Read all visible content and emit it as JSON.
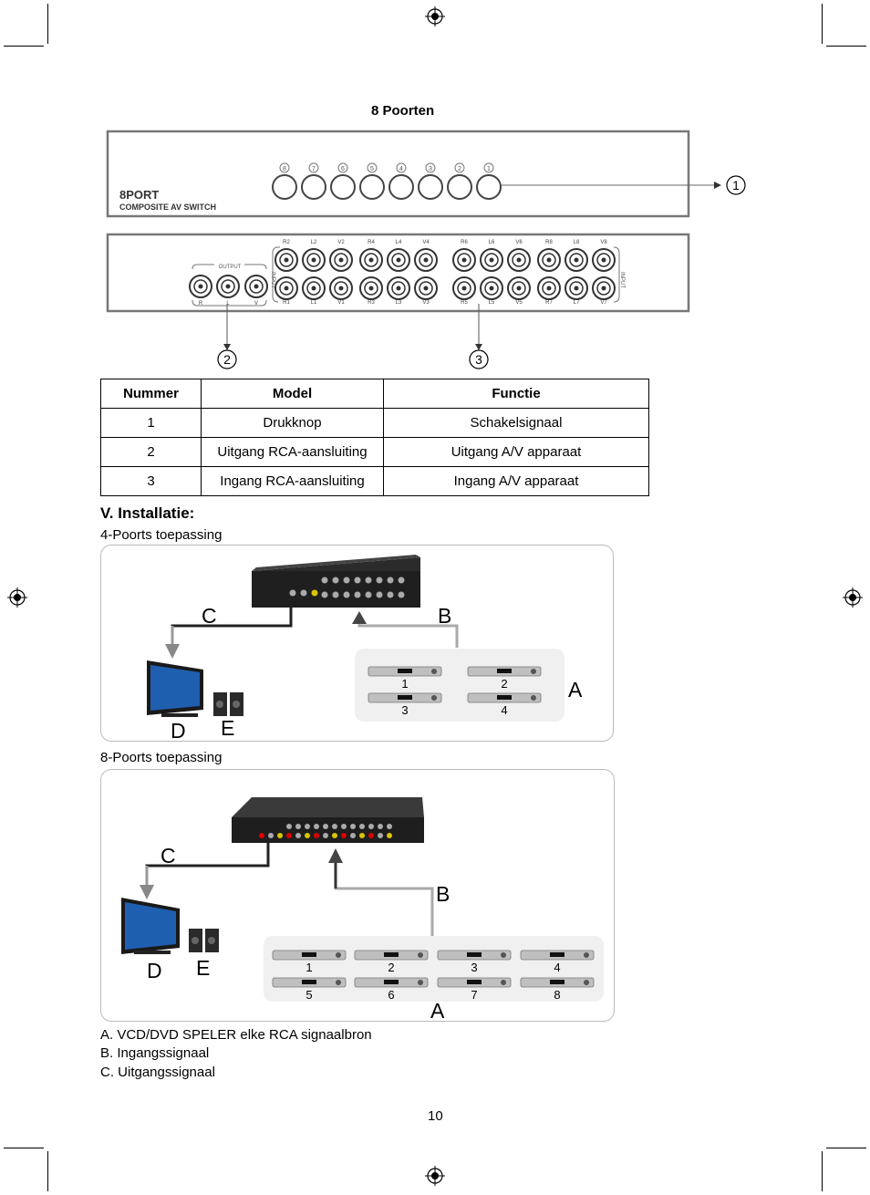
{
  "section_title": "8 Poorten",
  "front_panel": {
    "logo_brand": "8PORT",
    "logo_subtitle": "COMPOSITE AV SWITCH",
    "buttons": [
      "8",
      "7",
      "6",
      "5",
      "4",
      "3",
      "2",
      "1"
    ],
    "callout": "1"
  },
  "rear_panel": {
    "output_label": "OUTPUT",
    "input_label": "INPUT",
    "top_labels_a": [
      "R2",
      "L2",
      "V2",
      "R4",
      "L4",
      "V4"
    ],
    "top_labels_b": [
      "R6",
      "L6",
      "V6",
      "R8",
      "L8",
      "V8"
    ],
    "bottom_labels_a": [
      "R1",
      "L1",
      "V1",
      "R3",
      "L3",
      "V3"
    ],
    "bottom_labels_b": [
      "R5",
      "L5",
      "V5",
      "R7",
      "L7",
      "V7"
    ],
    "output_labels": [
      "R",
      "L",
      "V"
    ],
    "callouts": [
      "2",
      "3"
    ]
  },
  "table": {
    "headers": [
      "Nummer",
      "Model",
      "Functie"
    ],
    "rows": [
      [
        "1",
        "Drukknop",
        "Schakelsignaal"
      ],
      [
        "2",
        "Uitgang RCA-aansluiting",
        "Uitgang A/V apparaat"
      ],
      [
        "3",
        "Ingang RCA-aansluiting",
        "Ingang A/V apparaat"
      ]
    ]
  },
  "installation": {
    "title": "V. Installatie:",
    "four_port": {
      "caption": "4-Poorts toepassing",
      "labels": {
        "a": "A",
        "b": "B",
        "c": "C",
        "d": "D",
        "e": "E"
      },
      "players": [
        "1",
        "2",
        "3",
        "4"
      ]
    },
    "eight_port": {
      "caption": "8-Poorts toepassing",
      "labels": {
        "a": "A",
        "b": "B",
        "c": "C",
        "d": "D",
        "e": "E"
      },
      "players": [
        "1",
        "2",
        "3",
        "4",
        "5",
        "6",
        "7",
        "8"
      ]
    },
    "legend": [
      "A. VCD/DVD SPELER elke RCA signaalbron",
      "B. Ingangssignaal",
      "C. Uitgangssignaal"
    ]
  },
  "page_number": "10"
}
